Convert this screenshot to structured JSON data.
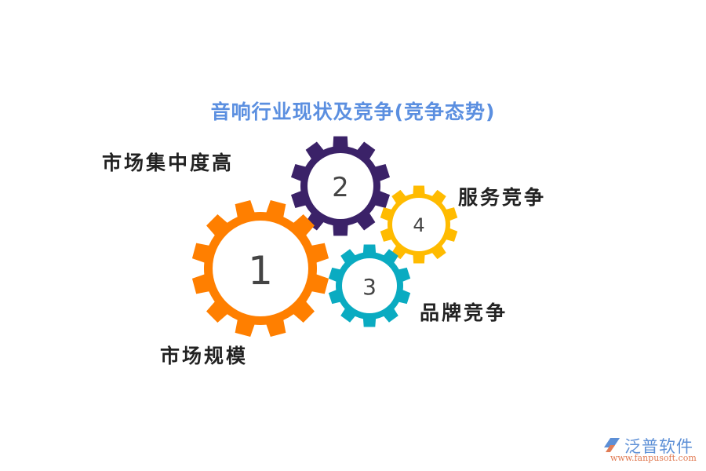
{
  "title": "音响行业现状及竞争(竞争态势)",
  "colors": {
    "title": "#5B8FE0",
    "gear1": "#FF7F00",
    "gear2": "#3B2268",
    "gear3": "#0AABC1",
    "gear4": "#FFBB00"
  },
  "gears": [
    {
      "number": "1",
      "label": "市场规模",
      "color": "#FF7F00"
    },
    {
      "number": "2",
      "label": "市场集中度高",
      "color": "#3B2268"
    },
    {
      "number": "3",
      "label": "品牌竞争",
      "color": "#0AABC1"
    },
    {
      "number": "4",
      "label": "服务竞争",
      "color": "#FFBB00"
    }
  ],
  "logo": {
    "icon": "fanpu-logo-icon",
    "name": "泛普软件",
    "url": "www.fanpusoft.com"
  }
}
